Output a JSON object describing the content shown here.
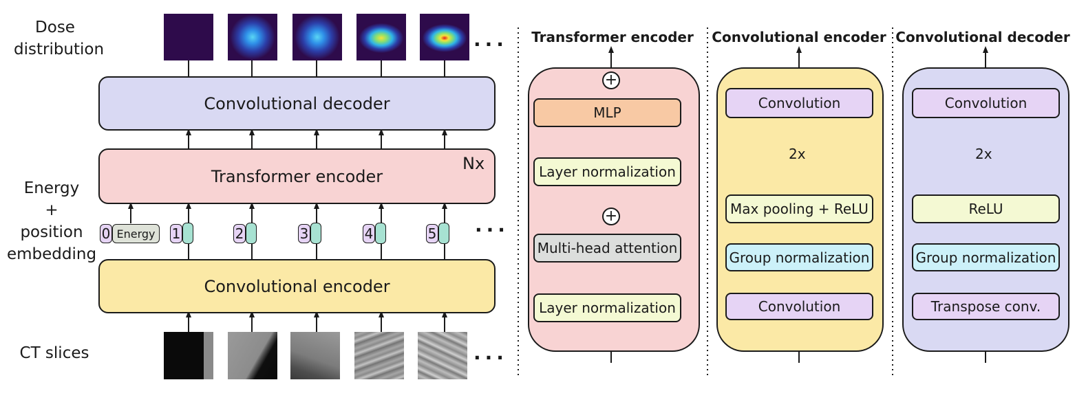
{
  "labels": {
    "dose_distribution": [
      "Dose",
      "distribution"
    ],
    "energy_position": [
      "Energy",
      "+",
      "position",
      "embedding"
    ],
    "ct_slices": "CT slices"
  },
  "main": {
    "conv_decoder": "Convolutional decoder",
    "transformer_encoder": "Transformer encoder",
    "nx": "Nx",
    "conv_encoder": "Convolutional encoder",
    "energy_token": "Energy",
    "token_ids": [
      "0",
      "1",
      "2",
      "3",
      "4",
      "5"
    ],
    "ellipsis": "···"
  },
  "transformer_panel": {
    "title": "Transformer encoder",
    "mlp": "MLP",
    "layer_norm_top": "Layer normalization",
    "mha": "Multi-head attention",
    "layer_norm_bottom": "Layer normalization",
    "plus": "+"
  },
  "conv_encoder_panel": {
    "title": "Convolutional encoder",
    "convolution_top": "Convolution",
    "repeat": "2x",
    "maxpool": "Max pooling + ReLU",
    "group_norm": "Group normalization",
    "convolution_bottom": "Convolution"
  },
  "conv_decoder_panel": {
    "title": "Convolutional decoder",
    "convolution_top": "Convolution",
    "repeat": "2x",
    "relu": "ReLU",
    "group_norm": "Group normalization",
    "transpose": "Transpose conv."
  },
  "colors": {
    "decoder": "#d9d9f3",
    "transformer": "#f8d3d3",
    "encoder": "#fbe9a6",
    "energy_token": "#dee2d8",
    "token_purple": "#e6d4f5",
    "token_teal": "#a7e2d2",
    "mlp": "#f8c9a4",
    "layer_norm": "#f4f9d3",
    "mha": "#dcdedc",
    "convolution": "#e6d4f5",
    "group_norm": "#ccf1f9",
    "relu": "#f4f9d3",
    "dose_bg": "#2e0b4b",
    "ct_dark": "#0a0a0a"
  }
}
